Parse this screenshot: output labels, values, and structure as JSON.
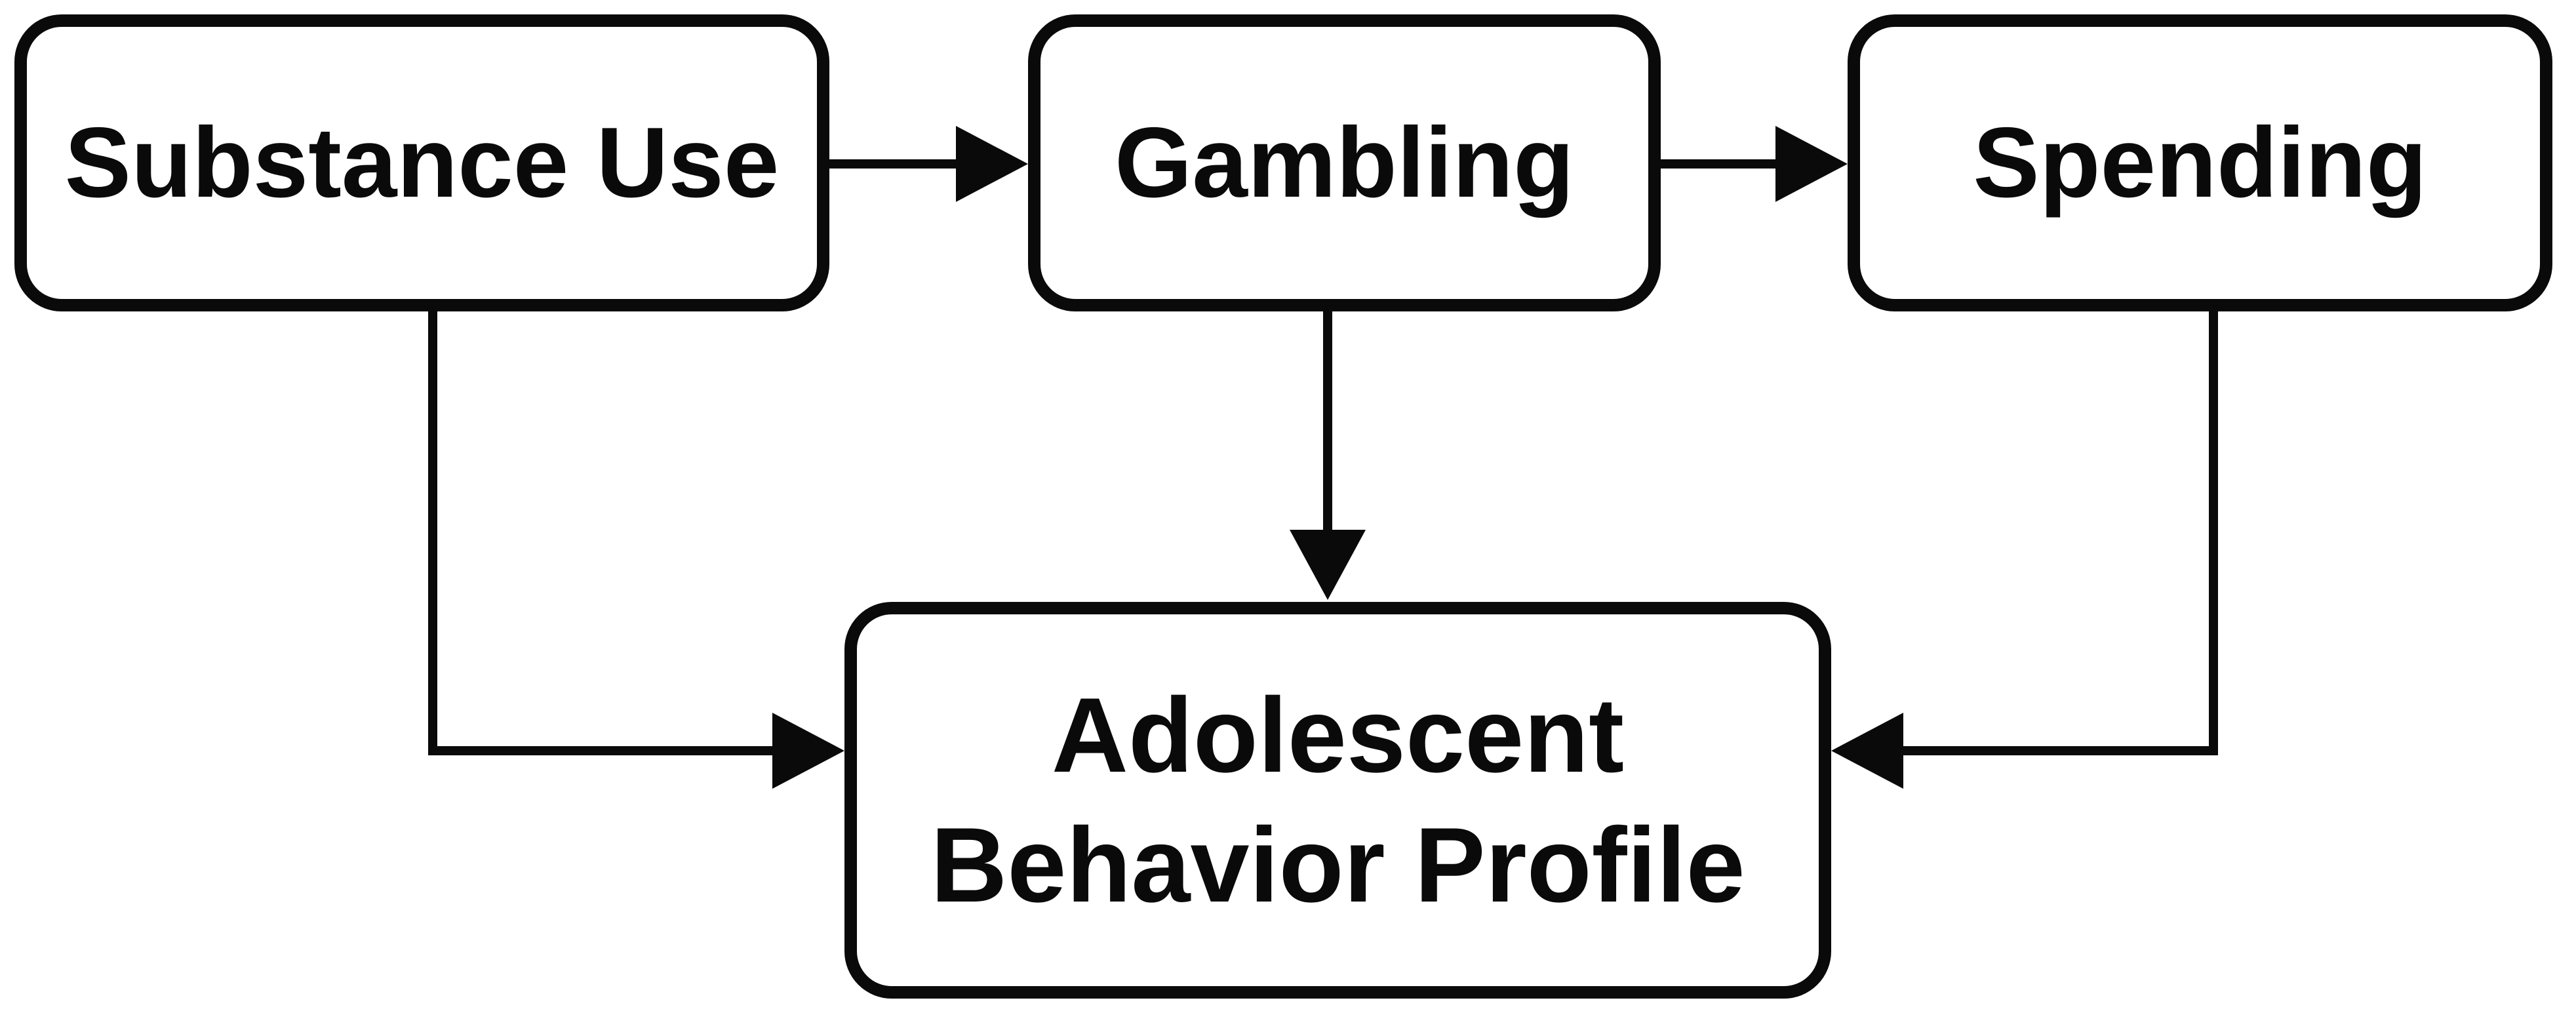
{
  "diagram": {
    "title": "Adolescent behavior conceptual flow diagram",
    "colors": {
      "stroke": "#0a0a0a",
      "background": "#ffffff"
    },
    "nodes": [
      {
        "id": "substance_use",
        "label": "Substance Use"
      },
      {
        "id": "gambling",
        "label": "Gambling"
      },
      {
        "id": "spending",
        "label": "Spending"
      },
      {
        "id": "adolescent_behavior_profile",
        "label": "Adolescent Behavior Profile"
      }
    ],
    "edges": [
      {
        "from": "substance_use",
        "to": "gambling",
        "style": "straight-horizontal-arrow"
      },
      {
        "from": "gambling",
        "to": "spending",
        "style": "straight-horizontal-arrow"
      },
      {
        "from": "gambling",
        "to": "adolescent_behavior_profile",
        "style": "straight-vertical-arrow"
      },
      {
        "from": "substance_use",
        "to": "adolescent_behavior_profile",
        "style": "elbow-down-right-arrow"
      },
      {
        "from": "spending",
        "to": "adolescent_behavior_profile",
        "style": "elbow-down-left-arrow"
      }
    ]
  }
}
